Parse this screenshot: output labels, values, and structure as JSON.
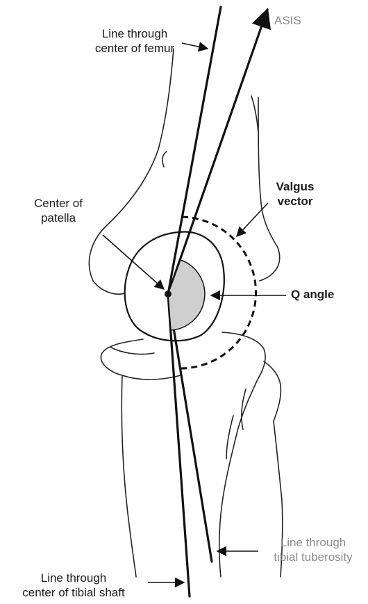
{
  "labels": {
    "femur_line": [
      "Line through",
      "center of femur"
    ],
    "asis": "ASIS",
    "center_patella": [
      "Center of",
      "patella"
    ],
    "valgus_vector": [
      "Valgus",
      "vector"
    ],
    "q_angle": "Q angle",
    "tibial_tuberosity_line": [
      "Line through",
      "tibial tuberosity"
    ],
    "tibial_shaft_line": [
      "Line through",
      "center of tibial shaft"
    ]
  },
  "colors": {
    "line": "#111111",
    "angle_fill": "#cfcfcf",
    "gray_text": "#8a8a8a"
  }
}
